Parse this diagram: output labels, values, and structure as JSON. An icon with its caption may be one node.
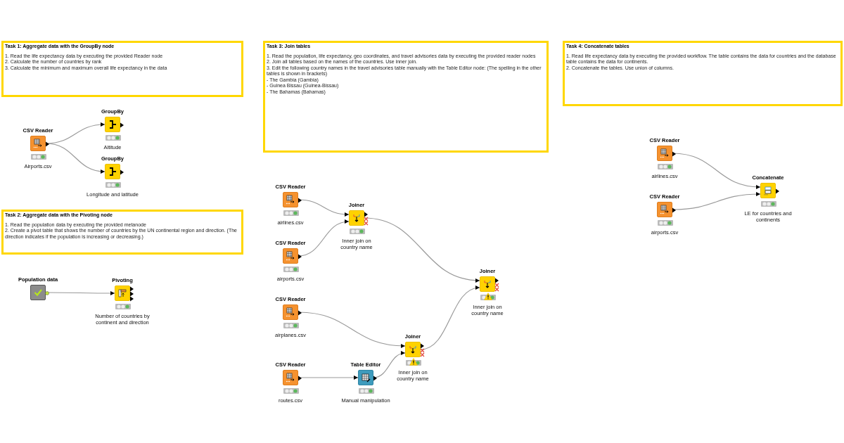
{
  "diagram": {
    "nodes": [
      {
        "text": [
          "Task 1: Aggregate data with the GroupBy node",
          "1.  Read the life expectancy data by executing the provided Reader node",
          "2. Calculate the number of countries by rank",
          "3. Calculate the minimum and maximum overall life expectancy in the data"
        ]
      },
      {
        "text": [
          "CSV Reader"
        ],
        "beside": [
          "Airports.csv"
        ]
      },
      {
        "text": [
          "GroupBy"
        ],
        "beside": [
          "Altitude"
        ]
      },
      {
        "text": [
          "GroupBy"
        ],
        "beside": [
          "Longitude and latitude"
        ]
      },
      {
        "text": [
          "Task 2: Aggregate data with the Pivoting node",
          "1. Read the population data by executing the provided metanode",
          "2. Create a pivot table that shows the number of countries by the UN continental region and direction. (The direction indicates if the population is increasing or decreasing.)"
        ]
      },
      {
        "text": [
          "Population data"
        ]
      },
      {
        "text": [
          "Pivoting"
        ],
        "beside": [
          "Number of countries by continent and direction"
        ]
      },
      {
        "text": [
          "Task 3: Join tables",
          "1. Read the population, life expectancy, geo coordinates, and travel advisories data by executing the provided reader nodes",
          "2. Join all tables based on the names of the countries. Use inner join.",
          "3. Edit the following country names in the travel advisories table manually with the Table Editor node: (The spelling in the other tables is shown in brackets)",
          "- The Gambia (Gambia)",
          "- Guinea Bissau (Guinea-Bissau)",
          "- The Bahamas (Bahamas)"
        ]
      },
      {
        "text": [
          "CSV Reader"
        ],
        "beside": [
          "airlines.csv"
        ]
      },
      {
        "text": [
          "CSV Reader"
        ],
        "beside": [
          "airports.csv"
        ]
      },
      {
        "text": [
          "Joiner"
        ],
        "beside": [
          "Inner join on country name"
        ]
      },
      {
        "text": [
          "CSV Reader"
        ],
        "beside": [
          "airplanes.csv"
        ]
      },
      {
        "text": [
          "Joiner"
        ],
        "beside": [
          "Inner join on country name"
        ]
      },
      {
        "text": [
          "CSV Reader"
        ],
        "beside": [
          "routes.csv"
        ]
      },
      {
        "text": [
          "Table Editor"
        ],
        "beside": [
          "Manual manipulation"
        ]
      },
      {
        "text": [
          "Joiner"
        ],
        "beside": [
          "Inner join on country name"
        ]
      },
      {
        "text": [
          "Task 4: Concatenate tables",
          "1. Read life expectancy data by executing the provided workflow. The table contains the data for countries and the database table contains the data for continents.",
          "2. Concatenate the tables. Use union of columns."
        ]
      },
      {
        "text": [
          "CSV Reader"
        ],
        "beside": [
          "airlines.csv"
        ]
      },
      {
        "text": [
          "CSV Reader"
        ],
        "beside": [
          "airports.csv"
        ]
      },
      {
        "text": [
          "Concatenate"
        ],
        "beside": [
          "LE for countries and continents"
        ]
      }
    ],
    "edges": [
      {
        "from": 1,
        "to": 2,
        "arrow": "to"
      },
      {
        "from": 1,
        "to": 3,
        "arrow": "to"
      },
      {
        "from": 5,
        "to": 6,
        "arrow": "to"
      },
      {
        "from": 8,
        "to": 10,
        "arrow": "to"
      },
      {
        "from": 9,
        "to": 10,
        "arrow": "to"
      },
      {
        "from": 10,
        "to": 15,
        "arrow": "to"
      },
      {
        "from": 11,
        "to": 12,
        "arrow": "to"
      },
      {
        "from": 13,
        "to": 14,
        "arrow": "to"
      },
      {
        "from": 14,
        "to": 12,
        "arrow": "to"
      },
      {
        "from": 12,
        "to": 15,
        "arrow": "to"
      },
      {
        "from": 17,
        "to": 19,
        "arrow": "to"
      },
      {
        "from": 18,
        "to": 19,
        "arrow": "to"
      }
    ]
  }
}
